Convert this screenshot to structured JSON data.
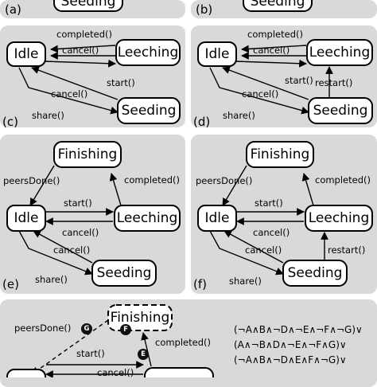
{
  "states": {
    "idle": "Idle",
    "leeching": "Leeching",
    "seeding": "Seeding",
    "finishing": "Finishing"
  },
  "events": {
    "completed": "completed()",
    "cancel": "cancel()",
    "start": "start()",
    "share": "share()",
    "restart": "restart()",
    "peersDone": "peersDone()"
  },
  "panel_labels": [
    "(a)",
    "(b)",
    "(c)",
    "(d)",
    "(e)",
    "(f)"
  ],
  "badges": [
    "G",
    "F",
    "E"
  ],
  "formula": {
    "line1": "(¬A∧B∧¬D∧¬E∧¬F∧¬G)∨",
    "line2": "(A∧¬B∧D∧¬E∧¬F∧G)∨",
    "line3": "(¬A∧B∧¬D∧E∧F∧¬G)∨"
  }
}
